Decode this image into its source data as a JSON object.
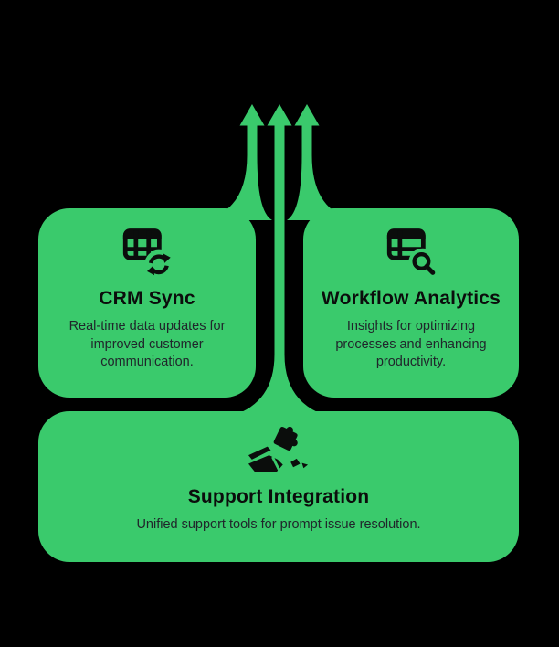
{
  "figure": {
    "kind": "feature-infographic",
    "arrow_count": 3,
    "arrow_direction": "up"
  },
  "colors": {
    "background": "#000000",
    "accent_green": "#3ACA6C",
    "icon_black": "#0b0d0c",
    "title_text": "#0b0d0c",
    "body_text": "#20262b"
  },
  "cards": [
    {
      "icon": "table-sync-icon",
      "title": "CRM Sync",
      "description": "Real-time data updates for improved customer communication."
    },
    {
      "icon": "table-search-icon",
      "title": "Workflow Analytics",
      "description": "Insights for optimizing processes and enhancing productivity."
    },
    {
      "icon": "hand-puzzle-icon",
      "title": "Support Integration",
      "description": "Unified support tools for prompt issue resolution."
    }
  ]
}
